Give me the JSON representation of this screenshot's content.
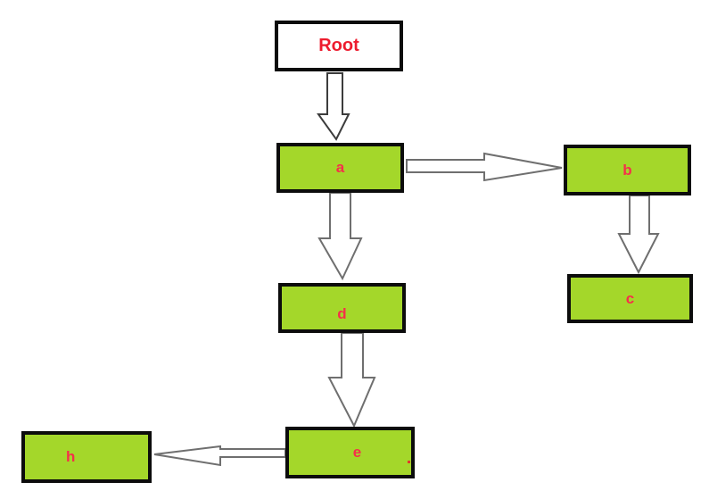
{
  "diagram": {
    "type": "tree-flowchart",
    "nodes": [
      {
        "id": "root",
        "label": "Root",
        "fill": "#ffffff",
        "text_color": "#ed1c2e"
      },
      {
        "id": "a",
        "label": "a",
        "fill": "#a4d72a",
        "text_color": "#f5304a"
      },
      {
        "id": "b",
        "label": "b",
        "fill": "#a4d72a",
        "text_color": "#f5304a"
      },
      {
        "id": "c",
        "label": "c",
        "fill": "#a4d72a",
        "text_color": "#f5304a"
      },
      {
        "id": "d",
        "label": "d",
        "fill": "#a4d72a",
        "text_color": "#f5304a"
      },
      {
        "id": "e",
        "label": "e",
        "fill": "#a4d72a",
        "text_color": "#f5304a"
      },
      {
        "id": "h",
        "label": "h",
        "fill": "#a4d72a",
        "text_color": "#f5304a"
      }
    ],
    "edges": [
      {
        "from": "Root",
        "to": "a",
        "direction": "down"
      },
      {
        "from": "a",
        "to": "b",
        "direction": "right"
      },
      {
        "from": "b",
        "to": "c",
        "direction": "down"
      },
      {
        "from": "a",
        "to": "d",
        "direction": "down"
      },
      {
        "from": "d",
        "to": "e",
        "direction": "down"
      },
      {
        "from": "e",
        "to": "h",
        "direction": "left"
      }
    ],
    "colors": {
      "background": "#ffffff",
      "node_border": "#0c0c0c",
      "arrow_fill": "#ffffff",
      "arrow_outline": "#6f6f6f"
    }
  }
}
